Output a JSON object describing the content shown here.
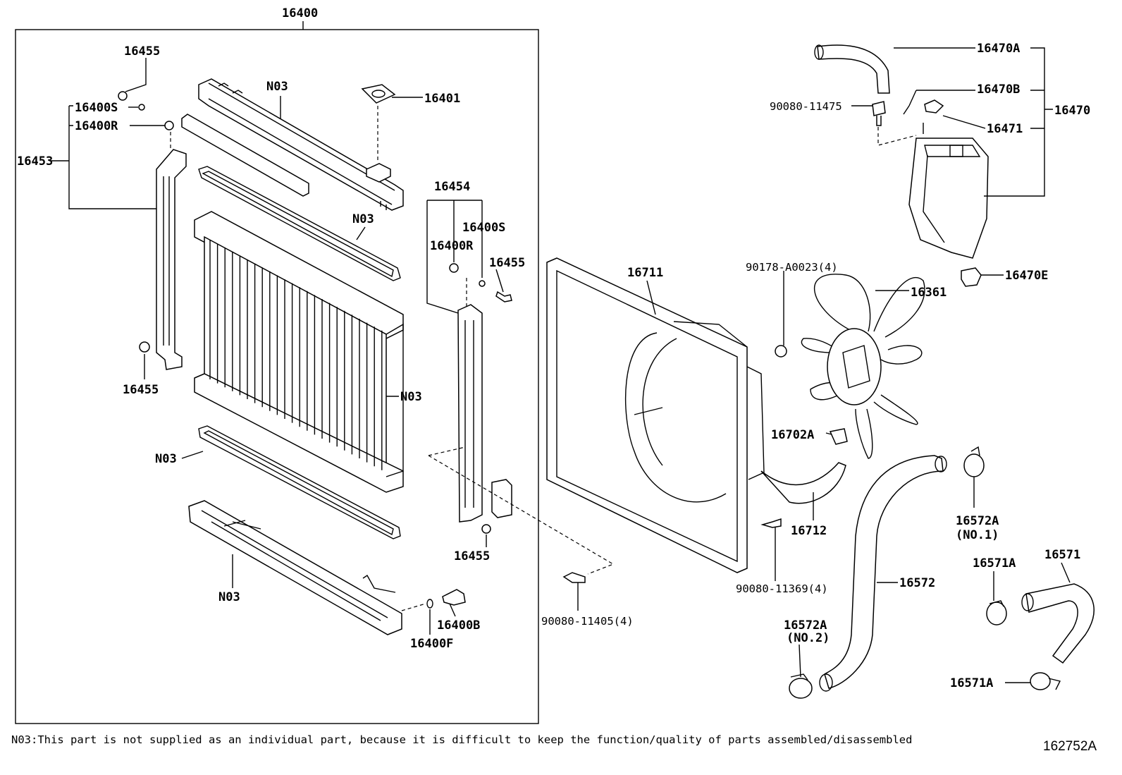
{
  "labels": {
    "p16400": "16400",
    "p16455_a": "16455",
    "p16400S_a": "16400S",
    "p16400R_a": "16400R",
    "p16453": "16453",
    "p16455_b": "16455",
    "pN03_top": "N03",
    "p16401": "16401",
    "pN03_seal": "N03",
    "pN03_core": "N03",
    "pN03_lowseal": "N03",
    "pN03_bottom": "N03",
    "p16454": "16454",
    "p16400S_b": "16400S",
    "p16400R_b": "16400R",
    "p16455_c": "16455",
    "p16455_d": "16455",
    "p16400B": "16400B",
    "p16400F": "16400F",
    "p16711": "16711",
    "p90178": "90178-A0023(4)",
    "p16361": "16361",
    "p16702A": "16702A",
    "p16712": "16712",
    "p90080_11369": "90080-11369(4)",
    "p90080_11405": "90080-11405(4)",
    "p16470A": "16470A",
    "p16470B": "16470B",
    "p90080_11475": "90080-11475",
    "p16470": "16470",
    "p16471": "16471",
    "p16470E": "16470E",
    "p16572A_1": "16572A",
    "p16572A_1_no": "(NO.1)",
    "p16571": "16571",
    "p16571A_a": "16571A",
    "p16572": "16572",
    "p16572A_2": "16572A",
    "p16572A_2_no": "(NO.2)",
    "p16571A_b": "16571A"
  },
  "footnote": "N03:This part is not supplied as an individual part, because it is difficult to keep the function/quality of parts assembled/disassembled",
  "diagram_code": "162752A"
}
